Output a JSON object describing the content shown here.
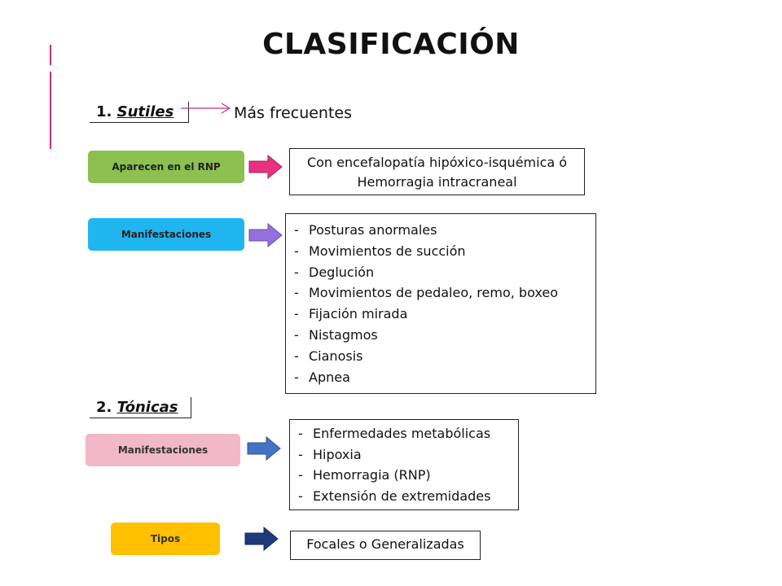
{
  "title": "CLASIFICACIÓN",
  "section1": {
    "number": "1.",
    "name": "Sutiles",
    "arrow_note": "Más frecuentes",
    "pill_rnp": "Aparecen en el RNP",
    "rnp_text_line1": "Con encefalopatía hipóxico-isquémica ó",
    "rnp_text_line2": "Hemorragia intracraneal",
    "pill_manifest": "Manifestaciones",
    "manifestations": [
      "Posturas anormales",
      "Movimientos de succión",
      "Deglución",
      "Movimientos de pedaleo, remo, boxeo",
      "Fijación mirada",
      "Nistagmos",
      "Cianosis",
      "Apnea"
    ]
  },
  "section2": {
    "number": "2.",
    "name": "Tónicas",
    "pill_manifest": "Manifestaciones",
    "manifestations": [
      "Enfermedades metabólicas",
      "Hipoxia",
      "Hemorragia (RNP)",
      "Extensión de extremidades"
    ],
    "pill_tipos": "Tipos",
    "tipos_text": "Focales o Generalizadas"
  },
  "colors": {
    "accent_bar": "#c8307f",
    "pill_green": "#8cc152",
    "pill_blue": "#1fb6f0",
    "pill_pink": "#f0b8c8",
    "pill_yellow": "#ffc000",
    "arrow_magenta": "#e8327f",
    "arrow_lavender": "#9370db",
    "arrow_blue": "#4472c4",
    "arrow_navy": "#1f3a7a"
  }
}
